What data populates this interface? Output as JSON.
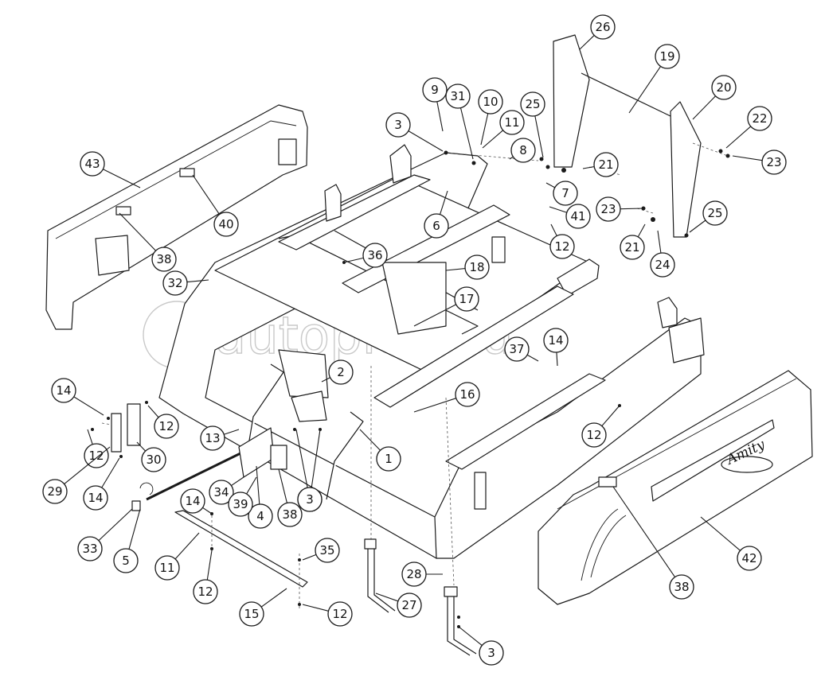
{
  "watermark": {
    "text": "autopiter.ru",
    "color": "#c9c9c9"
  },
  "brand_label": "Amity",
  "callouts": [
    {
      "label": "1"
    },
    {
      "label": "2"
    },
    {
      "label": "3"
    },
    {
      "label": "3"
    },
    {
      "label": "3"
    },
    {
      "label": "3"
    },
    {
      "label": "4"
    },
    {
      "label": "5"
    },
    {
      "label": "6"
    },
    {
      "label": "7"
    },
    {
      "label": "8"
    },
    {
      "label": "9"
    },
    {
      "label": "10"
    },
    {
      "label": "11"
    },
    {
      "label": "11"
    },
    {
      "label": "12"
    },
    {
      "label": "12"
    },
    {
      "label": "12"
    },
    {
      "label": "12"
    },
    {
      "label": "12"
    },
    {
      "label": "12"
    },
    {
      "label": "13"
    },
    {
      "label": "14"
    },
    {
      "label": "14"
    },
    {
      "label": "14"
    },
    {
      "label": "14"
    },
    {
      "label": "15"
    },
    {
      "label": "16"
    },
    {
      "label": "17"
    },
    {
      "label": "18"
    },
    {
      "label": "19"
    },
    {
      "label": "20"
    },
    {
      "label": "21"
    },
    {
      "label": "21"
    },
    {
      "label": "22"
    },
    {
      "label": "23"
    },
    {
      "label": "23"
    },
    {
      "label": "24"
    },
    {
      "label": "25"
    },
    {
      "label": "25"
    },
    {
      "label": "26"
    },
    {
      "label": "27"
    },
    {
      "label": "28"
    },
    {
      "label": "29"
    },
    {
      "label": "30"
    },
    {
      "label": "31"
    },
    {
      "label": "32"
    },
    {
      "label": "33"
    },
    {
      "label": "34"
    },
    {
      "label": "35"
    },
    {
      "label": "36"
    },
    {
      "label": "37"
    },
    {
      "label": "38"
    },
    {
      "label": "38"
    },
    {
      "label": "38"
    },
    {
      "label": "39"
    },
    {
      "label": "40"
    },
    {
      "label": "41"
    },
    {
      "label": "42"
    },
    {
      "label": "43"
    }
  ]
}
